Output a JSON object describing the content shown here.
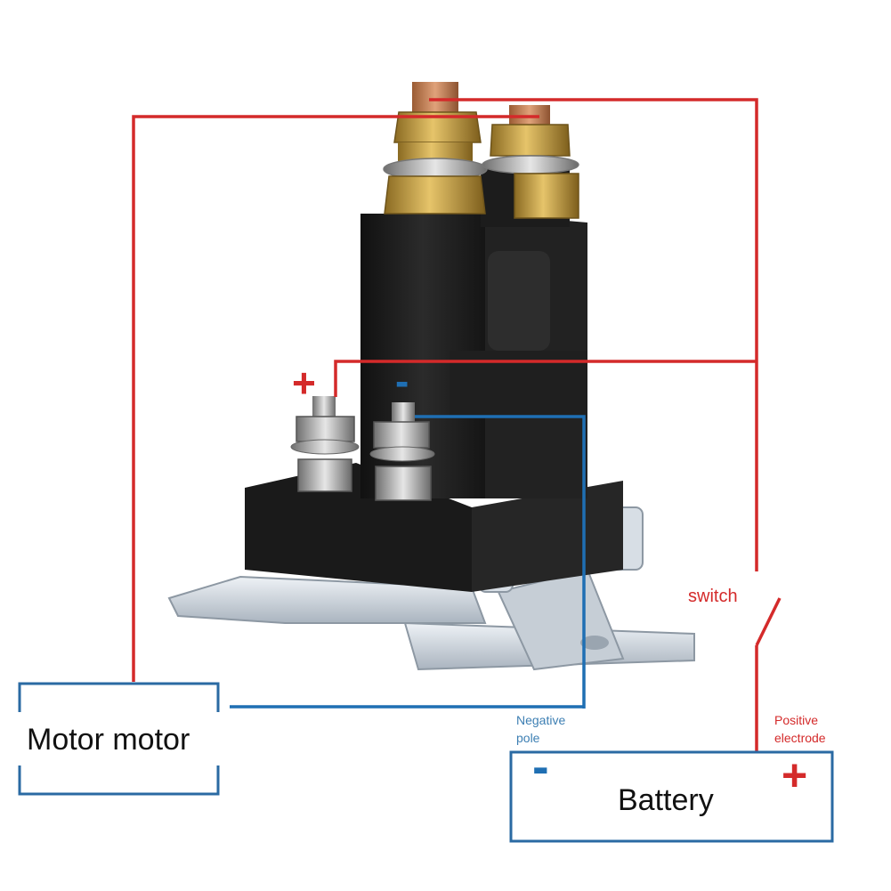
{
  "labels": {
    "motor": "Motor motor",
    "battery": "Battery",
    "switch": "switch",
    "negative_pole_line1": "Negative",
    "negative_pole_line2": "pole",
    "positive_electrode_line1": "Positive",
    "positive_electrode_line2": "electrode",
    "coil_plus": "+",
    "coil_minus": "-",
    "battery_plus": "+",
    "battery_minus": "-"
  },
  "colors": {
    "positive_wire": "#d42a2a",
    "negative_wire": "#1f6fb3",
    "box_border": "#2a6aa3",
    "relay_body": "#1e1e1e",
    "bracket": "#cfd7df",
    "brass": "#c9a447",
    "copper": "#c98456",
    "steel": "#b9b9b9",
    "label_text": "#3d7fb3",
    "switch_text": "#d42a2a"
  },
  "icons": [
    "relay-solenoid-icon",
    "switch-icon"
  ]
}
